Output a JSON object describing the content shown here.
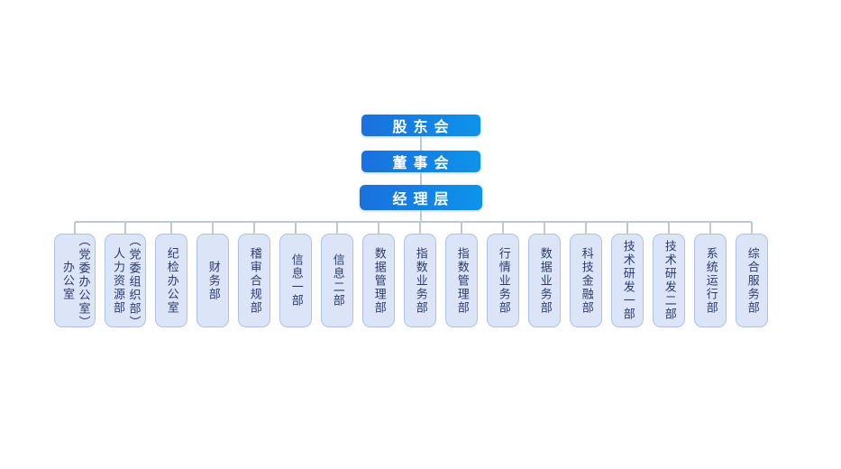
{
  "org_chart": {
    "top_levels": [
      {
        "label": "股东会"
      },
      {
        "label": "董事会"
      },
      {
        "label": "经理层"
      }
    ],
    "departments": [
      {
        "label": "办公室\n（党委办公室）",
        "wide": true
      },
      {
        "label": "人力资源部\n（党委组织部）",
        "wide": true
      },
      {
        "label": "纪检办公室",
        "wide": false
      },
      {
        "label": "财务部",
        "wide": false
      },
      {
        "label": "稽审合规部",
        "wide": false
      },
      {
        "label": "信息一部",
        "wide": false
      },
      {
        "label": "信息二部",
        "wide": false
      },
      {
        "label": "数据管理部",
        "wide": false
      },
      {
        "label": "指数业务部",
        "wide": false
      },
      {
        "label": "指数管理部",
        "wide": false
      },
      {
        "label": "行情业务部",
        "wide": false
      },
      {
        "label": "数据业务部",
        "wide": false
      },
      {
        "label": "科技金融部",
        "wide": false
      },
      {
        "label": "技术研发一部",
        "wide": false
      },
      {
        "label": "技术研发二部",
        "wide": false
      },
      {
        "label": "系统运行部",
        "wide": false
      },
      {
        "label": "综合服务部",
        "wide": false
      }
    ],
    "colors": {
      "level_gradient_start": "#1a70de",
      "level_gradient_end": "#0d93ec",
      "level_text": "#ffffff",
      "dept_fill": "#dbe5f7",
      "dept_border": "#a9c3ea",
      "dept_text": "#2e3a6b",
      "connector_line": "#bcc7d9",
      "background": "#ffffff"
    }
  }
}
